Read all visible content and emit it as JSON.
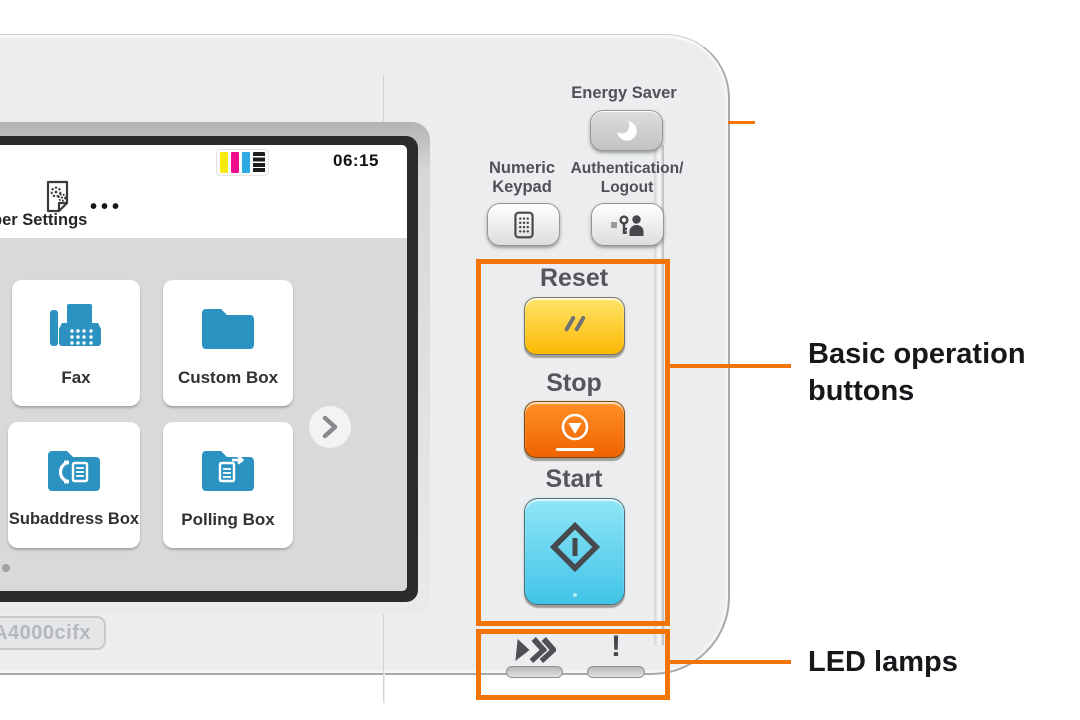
{
  "annotations": {
    "basic_ops_line1": "Basic operation",
    "basic_ops_line2": "buttons",
    "led_label": "LED lamps",
    "accent_color": "#f27405"
  },
  "panel": {
    "energy_saver_label": "Energy Saver",
    "numeric_keypad_line1": "Numeric",
    "numeric_keypad_line2": "Keypad",
    "auth_line1": "Authentication/",
    "auth_line2": "Logout",
    "reset_label": "Reset",
    "stop_label": "Stop",
    "start_label": "Start",
    "model_plate": "A4000cifx",
    "attention_mark": "!",
    "key_colors": {
      "reset": "#fcc21b",
      "stop": "#f06a00",
      "start": "#55cdec"
    }
  },
  "screen": {
    "time": "06:15",
    "settings_label": "per Settings",
    "more_dots": "•••",
    "toner_colors": {
      "yellow": "#f5ea0c",
      "magenta": "#ec0c8c",
      "cyan": "#2caae2",
      "black": "#1c1c1e"
    },
    "tile_icon_color": "#2b92c2",
    "tiles": [
      {
        "label": "Fax"
      },
      {
        "label": "Custom Box"
      },
      {
        "label": "Subaddress Box"
      },
      {
        "label": "Polling Box"
      }
    ]
  }
}
